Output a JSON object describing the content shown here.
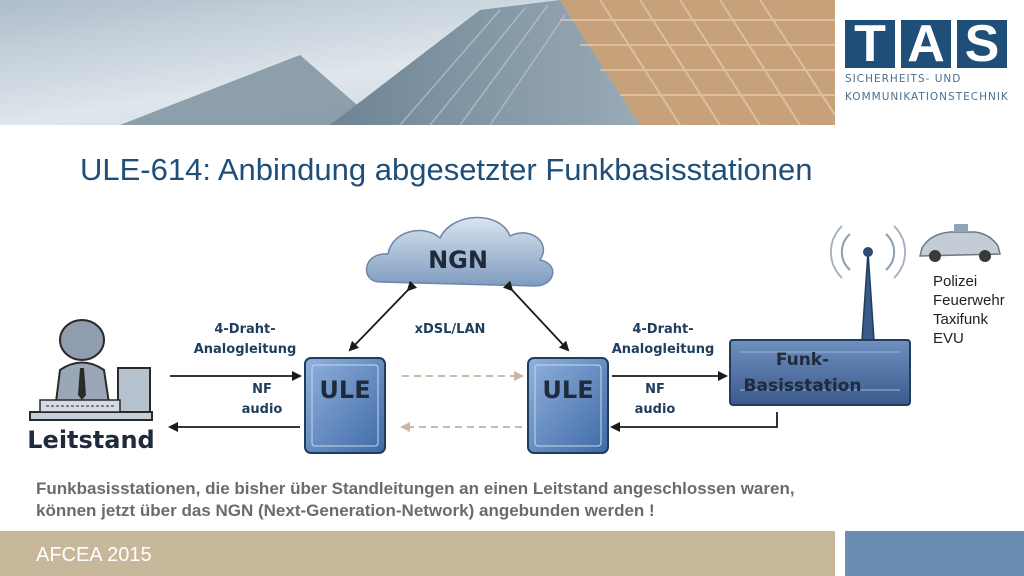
{
  "logo": {
    "letters": [
      "T",
      "A",
      "S"
    ],
    "line1": "SICHERHEITS- UND",
    "line2": "KOMMUNIKATIONSTECHNIK"
  },
  "title": "ULE-614:  Anbindung abgesetzter Funkbasisstationen",
  "diagram": {
    "cloud_label": "NGN",
    "left_node_label": "Leitstand",
    "ule_left_label": "ULE",
    "ule_right_label": "ULE",
    "base_station_label_1": "Funk-",
    "base_station_label_2": "Basisstation",
    "link_left_line1": "4-Draht-",
    "link_left_line2": "Analogleitung",
    "link_right_line1": "4-Draht-",
    "link_right_line2": "Analogleitung",
    "xdsl_label": "xDSL/LAN",
    "nf_left_line1": "NF",
    "nf_left_line2": "audio",
    "nf_right_line1": "NF",
    "nf_right_line2": "audio",
    "users": [
      "Polizei",
      "Feuerwehr",
      "Taxifunk",
      "EVU"
    ]
  },
  "description": {
    "line1": "Funkbasisstationen, die bisher über Standleitungen an einen Leitstand angeschlossen waren,",
    "line2": "können jetzt über das NGN (Next-Generation-Network) angebunden werden !"
  },
  "footer": "AFCEA 2015",
  "colors": {
    "brand_blue": "#1f4e79",
    "footer_tan": "#c8b89b",
    "footer_blue": "#6b8db2"
  }
}
